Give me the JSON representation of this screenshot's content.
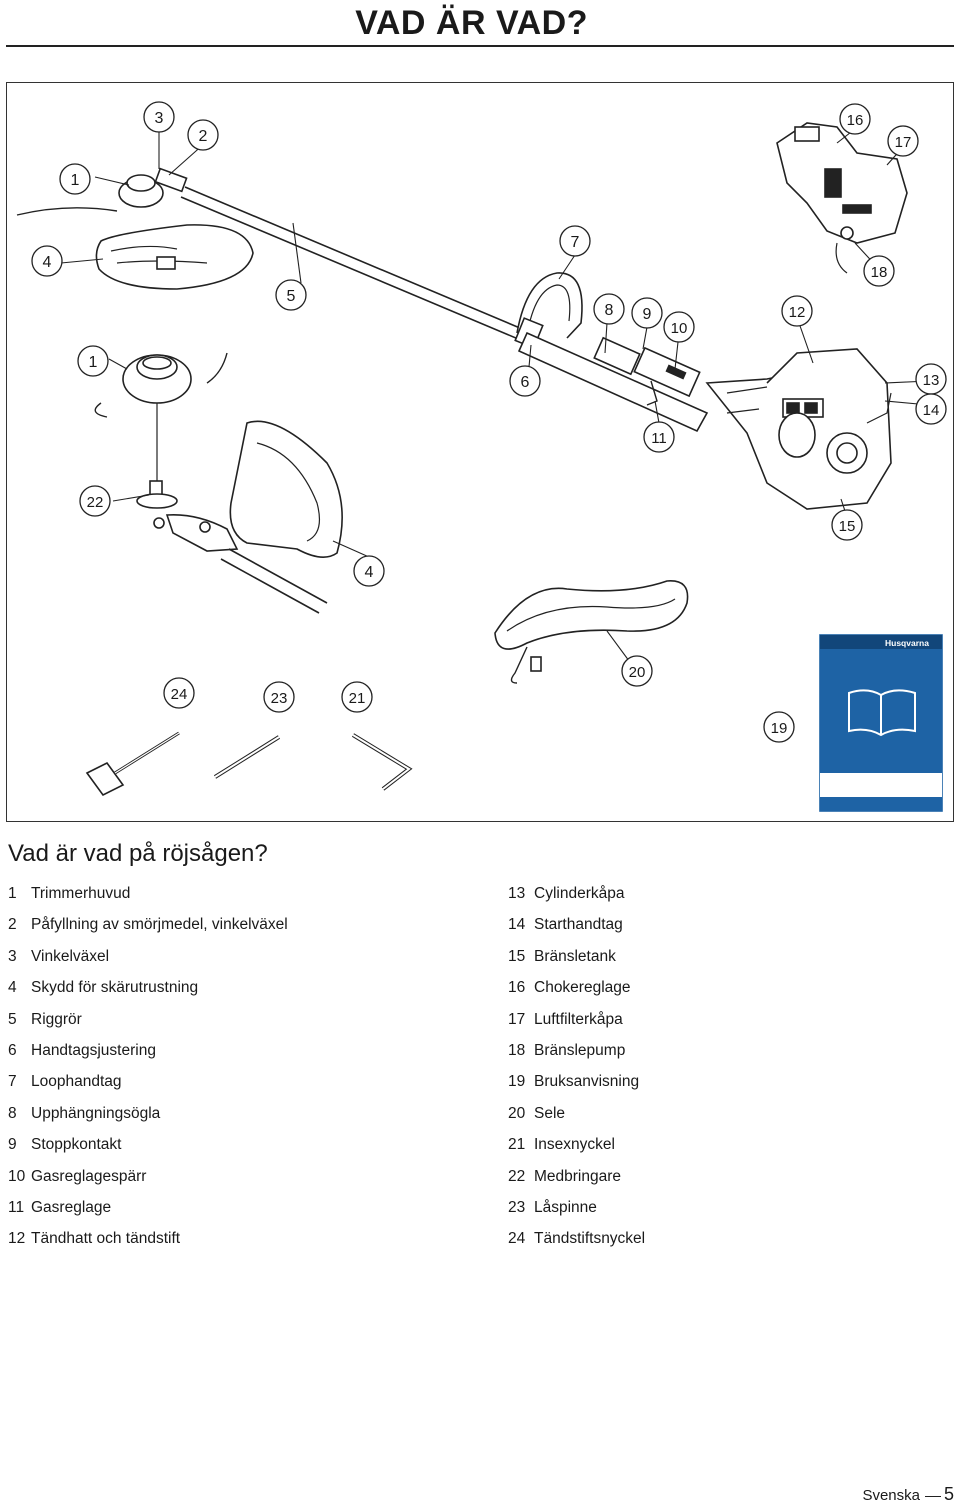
{
  "page_title": "VAD ÄR VAD?",
  "section_heading": "Vad är vad på röjsågen?",
  "figure": {
    "callouts": [
      "1",
      "3",
      "2",
      "16",
      "17",
      "4",
      "7",
      "18",
      "5",
      "8",
      "9",
      "10",
      "12",
      "1",
      "6",
      "13",
      "14",
      "11",
      "22",
      "15",
      "4",
      "20",
      "24",
      "23",
      "21",
      "19"
    ],
    "manual_logo": "Husqvarna"
  },
  "legend_left": [
    {
      "num": "1",
      "label": "Trimmerhuvud"
    },
    {
      "num": "2",
      "label": "Påfyllning av smörjmedel, vinkelväxel"
    },
    {
      "num": "3",
      "label": "Vinkelväxel"
    },
    {
      "num": "4",
      "label": "Skydd för skärutrustning"
    },
    {
      "num": "5",
      "label": "Riggrör"
    },
    {
      "num": "6",
      "label": "Handtagsjustering"
    },
    {
      "num": "7",
      "label": "Loophandtag"
    },
    {
      "num": "8",
      "label": "Upphängningsögla"
    },
    {
      "num": "9",
      "label": "Stoppkontakt"
    },
    {
      "num": "10",
      "label": "Gasreglagespärr"
    },
    {
      "num": "11",
      "label": "Gasreglage"
    },
    {
      "num": "12",
      "label": "Tändhatt och tändstift"
    }
  ],
  "legend_right": [
    {
      "num": "13",
      "label": "Cylinderkåpa"
    },
    {
      "num": "14",
      "label": "Starthandtag"
    },
    {
      "num": "15",
      "label": "Bränsletank"
    },
    {
      "num": "16",
      "label": "Chokereglage"
    },
    {
      "num": "17",
      "label": "Luftfilterkåpa"
    },
    {
      "num": "18",
      "label": "Bränslepump"
    },
    {
      "num": "19",
      "label": "Bruksanvisning"
    },
    {
      "num": "20",
      "label": "Sele"
    },
    {
      "num": "21",
      "label": "Insexnyckel"
    },
    {
      "num": "22",
      "label": "Medbringare"
    },
    {
      "num": "23",
      "label": "Låspinne"
    },
    {
      "num": "24",
      "label": "Tändstiftsnyckel"
    }
  ],
  "footer": {
    "language": "Svenska",
    "page_number": "5"
  }
}
